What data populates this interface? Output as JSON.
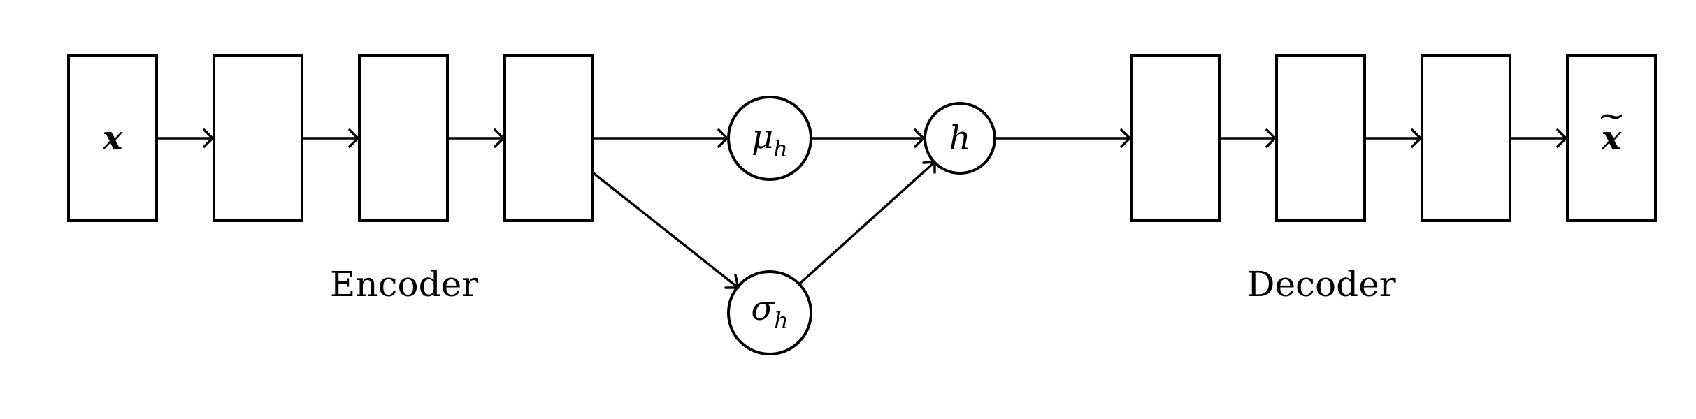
{
  "encoder": {
    "label": "Encoder",
    "input_symbol": "x"
  },
  "latent": {
    "mean": {
      "base": "μ",
      "sub": "h"
    },
    "std": {
      "base": "σ",
      "sub": "h"
    },
    "code": "h"
  },
  "decoder": {
    "label": "Decoder",
    "output_symbol": "x",
    "output_accent": "~"
  }
}
